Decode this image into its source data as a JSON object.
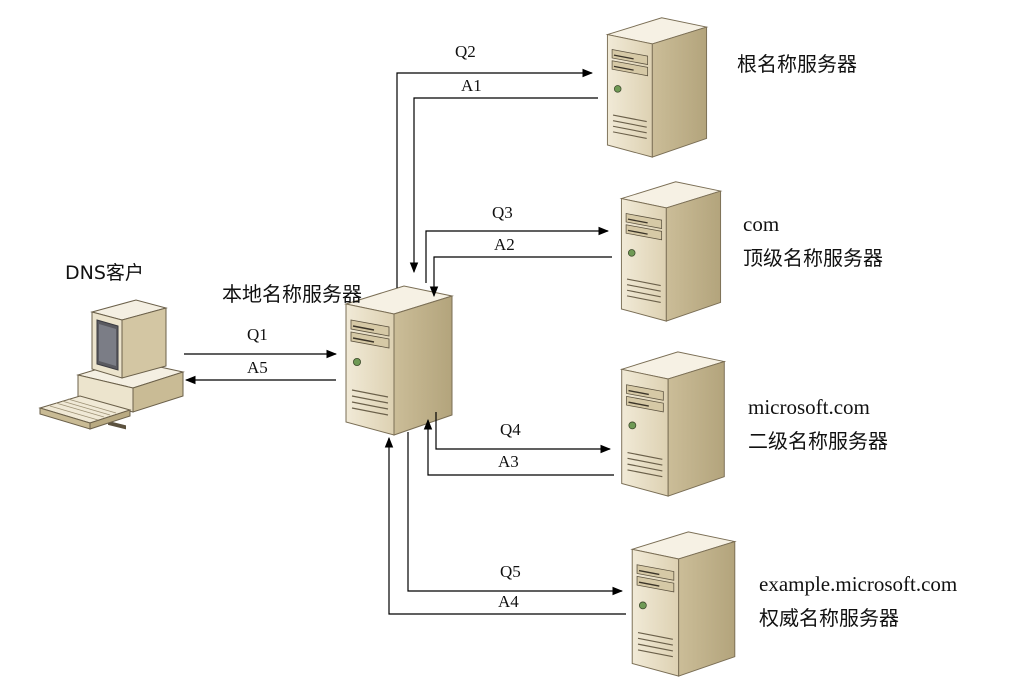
{
  "nodes": {
    "client": {
      "label": "DNS客户"
    },
    "local": {
      "label": "本地名称服务器"
    },
    "root": {
      "label": "根名称服务器"
    },
    "tld": {
      "domain": "com",
      "label": "顶级名称服务器"
    },
    "second": {
      "domain": "microsoft.com",
      "label": "二级名称服务器"
    },
    "auth": {
      "domain": "example.microsoft.com",
      "label": "权威名称服务器"
    }
  },
  "arrows": {
    "q1": "Q1",
    "a5": "A5",
    "q2": "Q2",
    "a1": "A1",
    "q3": "Q3",
    "a2": "A2",
    "q4": "Q4",
    "a3": "A3",
    "q5": "Q5",
    "a4": "A4"
  },
  "colors": {
    "server_front": "#e9e0c9",
    "server_side": "#cdbf9d",
    "server_top": "#f4efe2",
    "line": "#000000"
  }
}
